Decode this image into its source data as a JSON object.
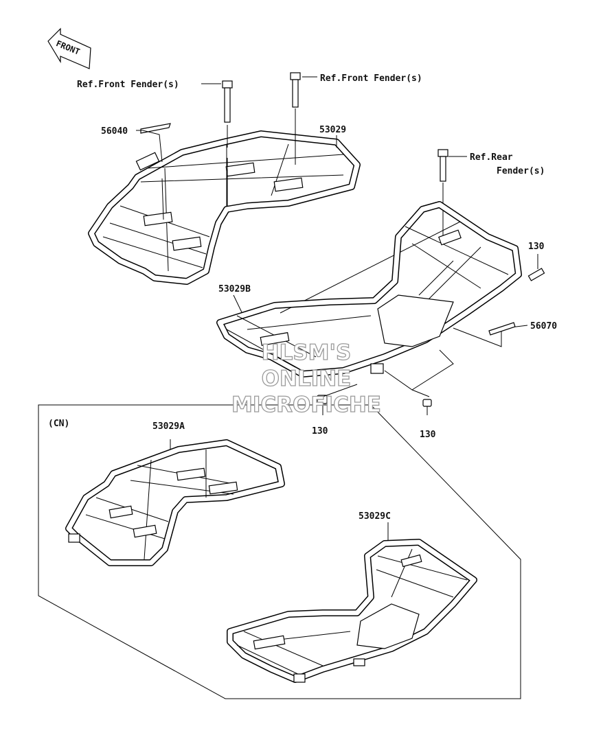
{
  "front_arrow": {
    "text": "FRONT"
  },
  "labels": {
    "ref_front_fender_left": "Ref.Front Fender(s)",
    "ref_front_fender_right": "Ref.Front Fender(s)",
    "ref_rear_fender_line1": "Ref.Rear",
    "ref_rear_fender_line2": "Fender(s)",
    "p56040": "56040",
    "p53029": "53029",
    "p53029B": "53029B",
    "p130_a": "130",
    "p130_b": "130",
    "p130_c": "130",
    "p56070": "56070",
    "cn": "(CN)",
    "p53029A": "53029A",
    "p53029C": "53029C"
  },
  "watermark": {
    "line1": "HLSM'S",
    "line2": "ONLINE",
    "line3": "MICROFICHE"
  }
}
